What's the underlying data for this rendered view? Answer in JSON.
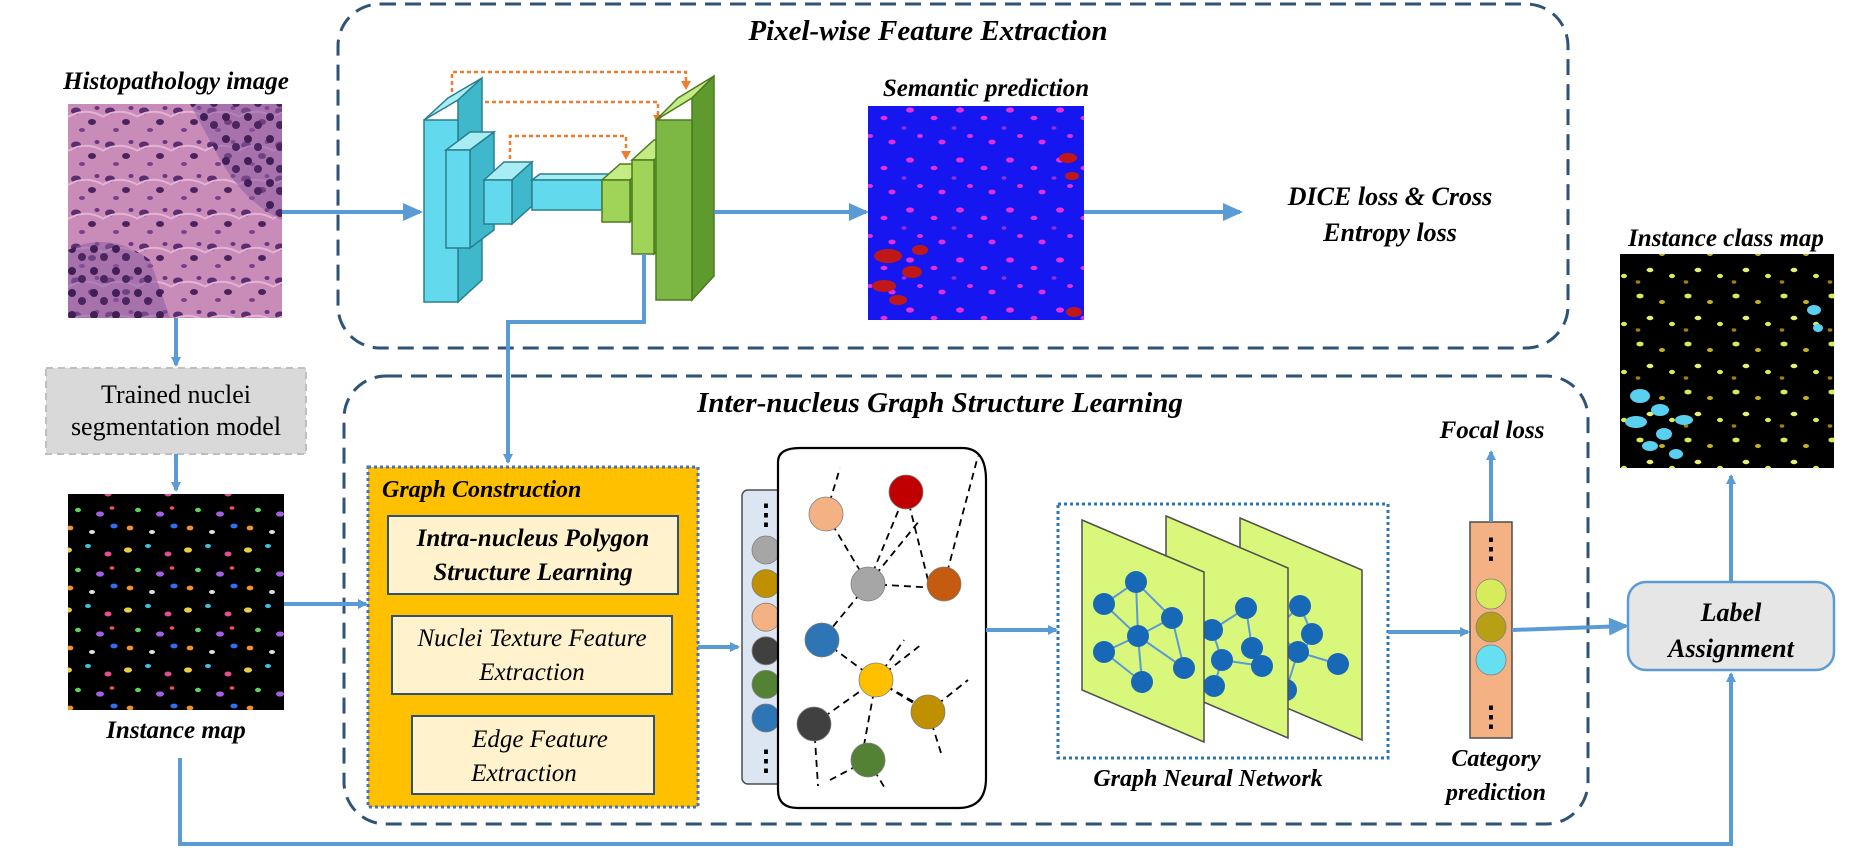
{
  "colors": {
    "arrow": "#5b9bd5",
    "dash_border": "#2f5377",
    "orange_skip": "#ed7d31",
    "gc_fill": "#ffc000",
    "gc_inner": "#fff2cc",
    "green_panel": "#d9f77a",
    "node_blue": "#1868b8"
  },
  "labels": {
    "histopathology": "Histopathology  image",
    "trained_model_line1": "Trained nuclei",
    "trained_model_line2": "segmentation model",
    "instance_map": "Instance map",
    "pixel_section": "Pixel-wise Feature Extraction",
    "semantic_prediction": "Semantic prediction",
    "dice_line1": "DICE loss & Cross",
    "dice_line2": "Entropy loss",
    "graph_section": "Inter-nucleus Graph Structure Learning",
    "graph_construction": "Graph Construction",
    "intra_line1": "Intra-nucleus Polygon",
    "intra_line2": "Structure Learning",
    "texture_line1": "Nuclei Texture Feature",
    "texture_line2": "Extraction",
    "edge_line1": "Edge Feature",
    "edge_line2": "Extraction",
    "gnn": "Graph Neural Network",
    "focal_loss": "Focal loss",
    "category_line1": "Category",
    "category_line2": "prediction",
    "instance_class_map": "Instance class map",
    "label_line1": "Label",
    "label_line2": "Assignment",
    "ellipsis": "⋮"
  },
  "feature_column_colors": [
    "#a6a6a6",
    "#bf9000",
    "#f4b183",
    "#404040",
    "#548235",
    "#2e75b6"
  ],
  "category_colors": [
    "#d6ec5c",
    "#b8a016",
    "#66e0f0"
  ],
  "graph_nodes": [
    {
      "color": "#f4b183"
    },
    {
      "color": "#c00000"
    },
    {
      "color": "#a6a6a6"
    },
    {
      "color": "#c55a11"
    },
    {
      "color": "#2e75b6"
    },
    {
      "color": "#ffc000"
    },
    {
      "color": "#bf9000"
    },
    {
      "color": "#404040"
    },
    {
      "color": "#548235"
    }
  ]
}
